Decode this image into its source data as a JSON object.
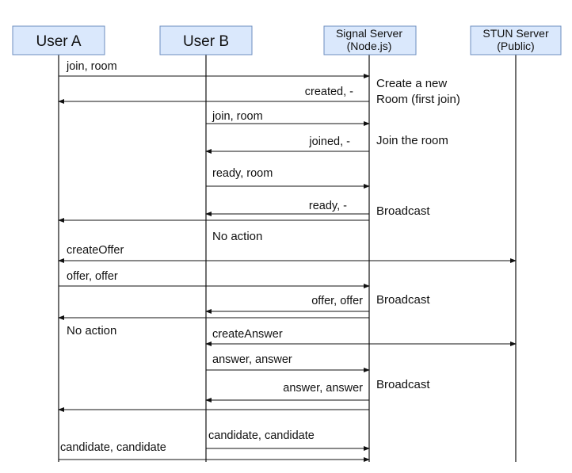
{
  "actors": [
    {
      "id": "userA",
      "lines": [
        "User A"
      ]
    },
    {
      "id": "userB",
      "lines": [
        "User B"
      ]
    },
    {
      "id": "signal",
      "lines": [
        "Signal Server",
        "(Node.js)"
      ]
    },
    {
      "id": "stun",
      "lines": [
        "STUN Server",
        "(Public)"
      ]
    }
  ],
  "messages": [
    {
      "id": "a-join",
      "from": "userA",
      "to": "signal",
      "label": "join, room"
    },
    {
      "id": "a-created",
      "from": "signal",
      "to": "userA",
      "label": "created, -"
    },
    {
      "id": "b-join",
      "from": "userB",
      "to": "signal",
      "label": "join, room"
    },
    {
      "id": "b-joined",
      "from": "signal",
      "to": "userB",
      "label": "joined, -"
    },
    {
      "id": "b-ready",
      "from": "userB",
      "to": "signal",
      "label": "ready, room"
    },
    {
      "id": "ready-to-b",
      "from": "signal",
      "to": "userB",
      "label": "ready, -"
    },
    {
      "id": "ready-to-a",
      "from": "signal",
      "to": "userA",
      "label": ""
    },
    {
      "id": "create-offer",
      "from": "userA",
      "to": "stun",
      "label": "createOffer",
      "bidirectional": true
    },
    {
      "id": "a-offer",
      "from": "userA",
      "to": "signal",
      "label": "offer, offer"
    },
    {
      "id": "offer-to-b",
      "from": "signal",
      "to": "userB",
      "label": "offer, offer"
    },
    {
      "id": "offer-to-a",
      "from": "signal",
      "to": "userA",
      "label": ""
    },
    {
      "id": "create-answer",
      "from": "userB",
      "to": "stun",
      "label": "createAnswer",
      "bidirectional": true
    },
    {
      "id": "b-answer",
      "from": "userB",
      "to": "signal",
      "label": "answer, answer"
    },
    {
      "id": "answer-to-b",
      "from": "signal",
      "to": "userB",
      "label": "answer, answer"
    },
    {
      "id": "answer-to-a",
      "from": "signal",
      "to": "userA",
      "label": ""
    },
    {
      "id": "b-candidate",
      "from": "userB",
      "to": "signal",
      "label": "candidate, candidate"
    },
    {
      "id": "a-candidate",
      "from": "userA",
      "to": "signal",
      "label": "candidate, candidate"
    }
  ],
  "notes": [
    {
      "id": "create-room",
      "lines": [
        "Create a new",
        "Room (first join)"
      ]
    },
    {
      "id": "join-room",
      "lines": [
        "Join the room"
      ]
    },
    {
      "id": "broadcast-1",
      "lines": [
        "Broadcast"
      ]
    },
    {
      "id": "no-action-b",
      "lines": [
        "No action"
      ]
    },
    {
      "id": "broadcast-2",
      "lines": [
        "Broadcast"
      ]
    },
    {
      "id": "no-action-a",
      "lines": [
        "No action"
      ]
    },
    {
      "id": "broadcast-3",
      "lines": [
        "Broadcast"
      ]
    }
  ]
}
